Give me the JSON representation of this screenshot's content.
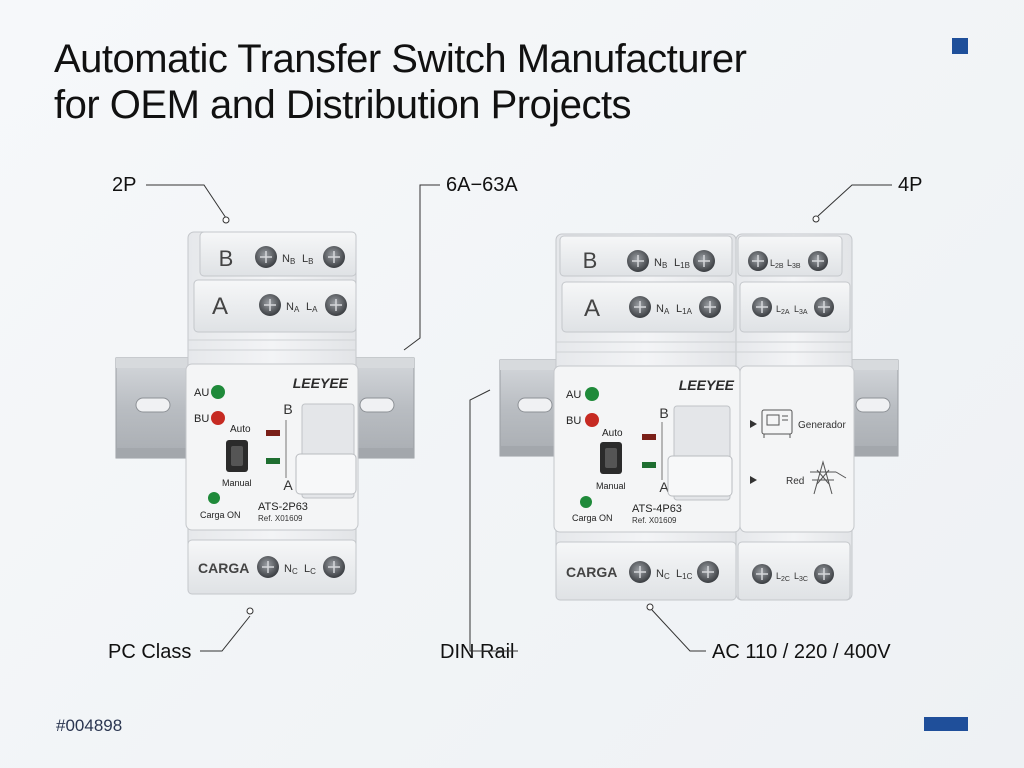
{
  "title": {
    "line1": "Automatic Transfer Switch Manufacturer",
    "line2": "for OEM and Distribution Projects"
  },
  "callouts": {
    "poles_2p": "2P",
    "current_range": "6A−63A",
    "poles_4p": "4P",
    "pc_class": "PC Class",
    "din_rail": "DIN Rail",
    "voltage": "AC 110 / 220 / 400V"
  },
  "code": "#004898",
  "colors": {
    "accent": "#1f4f9a",
    "device_body": "#eef0f2",
    "rail": "#c3c7cc"
  },
  "device_2p": {
    "row_b": "B",
    "row_a": "A",
    "term_nb": "N",
    "term_nb_sub": "B",
    "term_lb": "L",
    "term_lb_sub": "B",
    "term_na": "N",
    "term_na_sub": "A",
    "term_la": "L",
    "term_la_sub": "A",
    "brand": "LEEYEE",
    "au": "AU",
    "bu": "BU",
    "auto": "Auto",
    "manual": "Manual",
    "carga_on": "Carga ON",
    "switch_b": "B",
    "switch_a": "A",
    "model": "ATS-2P63",
    "ref": "Ref. X01609",
    "carga": "CARGA",
    "term_nc": "N",
    "term_nc_sub": "C",
    "term_lc": "L",
    "term_lc_sub": "C"
  },
  "device_4p": {
    "row_b": "B",
    "row_a": "A",
    "term_nb": "N",
    "term_nb_sub": "B",
    "term_l1b": "L",
    "term_l1b_sub": "1B",
    "term_l2b": "L",
    "term_l2b_sub": "2B",
    "term_l3b": "L",
    "term_l3b_sub": "3B",
    "term_na": "N",
    "term_na_sub": "A",
    "term_l1a": "L",
    "term_l1a_sub": "1A",
    "term_l2a": "L",
    "term_l2a_sub": "2A",
    "term_l3a": "L",
    "term_l3a_sub": "3A",
    "brand": "LEEYEE",
    "au": "AU",
    "bu": "BU",
    "auto": "Auto",
    "manual": "Manual",
    "carga_on": "Carga ON",
    "switch_b": "B",
    "switch_a": "A",
    "model": "ATS-4P63",
    "ref": "Ref. X01609",
    "generador": "Generador",
    "red": "Red",
    "carga": "CARGA",
    "term_nc": "N",
    "term_nc_sub": "C",
    "term_l1c": "L",
    "term_l1c_sub": "1C",
    "term_l2c": "L",
    "term_l2c_sub": "2C",
    "term_l3c": "L",
    "term_l3c_sub": "3C"
  }
}
